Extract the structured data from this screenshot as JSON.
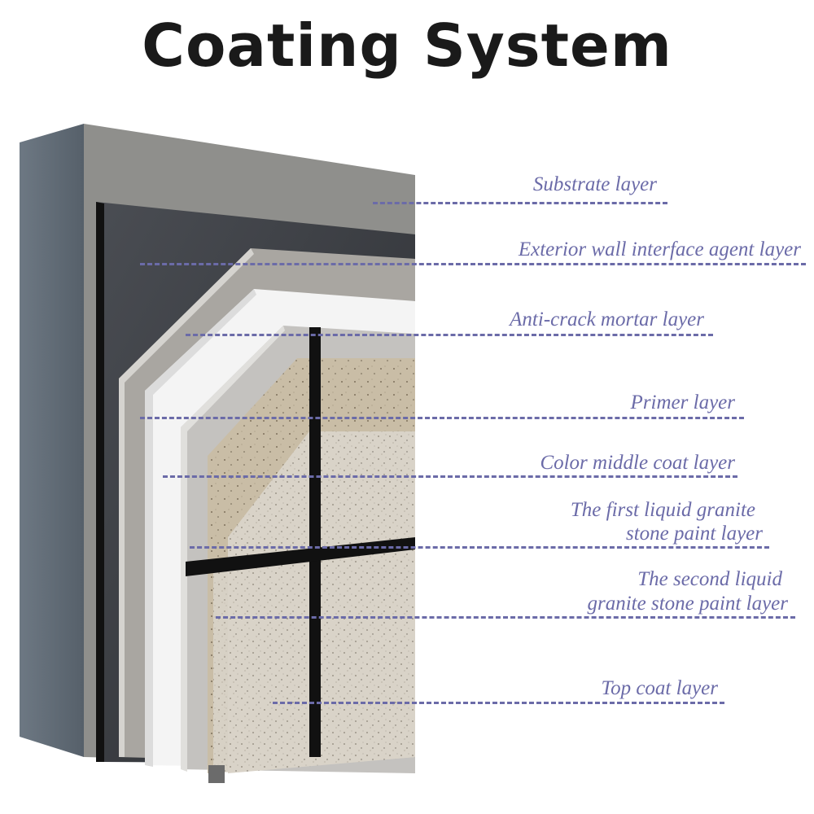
{
  "title": "Coating System",
  "accent_color": "#6b6ba8",
  "layers": [
    {
      "id": "substrate",
      "label": "Substrate layer",
      "color": "#8f8f8c"
    },
    {
      "id": "interface-agent",
      "label": "Exterior wall interface agent layer",
      "color": "#3c3f44"
    },
    {
      "id": "anti-crack-mortar",
      "label": "Anti-crack mortar layer",
      "color": "#a9a6a1"
    },
    {
      "id": "primer",
      "label": "Primer layer",
      "color": "#f3f3f3"
    },
    {
      "id": "color-middle-coat",
      "label": "Color middle coat layer",
      "color": "#c4c2bf"
    },
    {
      "id": "first-granite",
      "label_line1": "The first liquid granite",
      "label_line2": "stone paint layer",
      "color": "#cfc3ad"
    },
    {
      "id": "second-granite",
      "label_line1": "The second liquid",
      "label_line2": "granite stone paint layer",
      "color": "#d8d3ca"
    },
    {
      "id": "top-coat",
      "label": "Top coat layer",
      "color": "#dcd8d0"
    }
  ]
}
